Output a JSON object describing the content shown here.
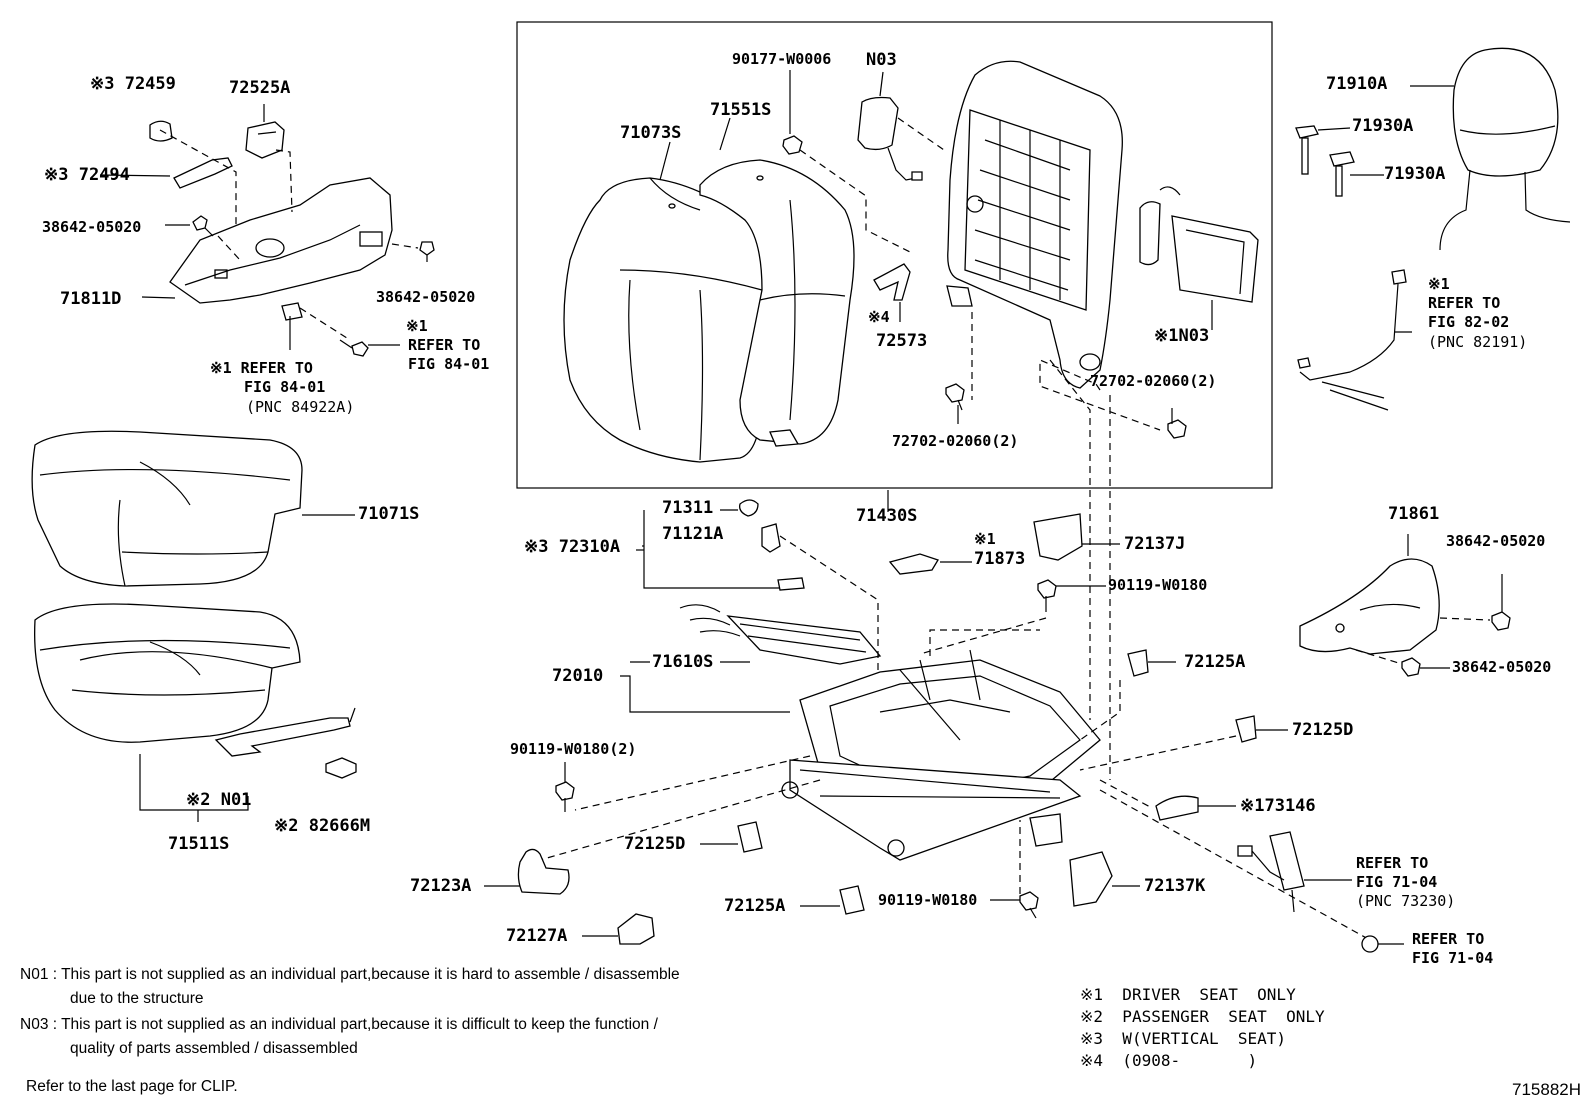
{
  "callouts": {
    "c72459": "※3 72459",
    "c72525A": "72525A",
    "c72494": "※3 72494",
    "c38642_a": "38642-05020",
    "c38642_b": "38642-05020",
    "c71811D": "71811D",
    "ref1_mark": "※1",
    "ref1_l1": "REFER TO",
    "ref1_l2": "FIG 84-01",
    "ref2_l1": "※1 REFER TO",
    "ref2_l2": "FIG 84-01",
    "ref2_l3": "(PNC 84922A)",
    "c90177": "90177-W0006",
    "cN03_top": "N03",
    "c71073S": "71073S",
    "c71551S": "71551S",
    "c72573_mark": "※4",
    "c72573": "72573",
    "cN03_bot": "※1N03",
    "c72702_a": "72702-02060(2)",
    "c72702_b": "72702-02060(2)",
    "c71430S": "71430S",
    "c71910A": "71910A",
    "c71930A_a": "71930A",
    "c71930A_b": "71930A",
    "ref3_mark": "※1",
    "ref3_l1": "REFER TO",
    "ref3_l2": "FIG 82-02",
    "ref3_l3": "(PNC 82191)",
    "c71071S": "71071S",
    "c71311": "71311",
    "c71121A": "71121A",
    "c72310A": "※3 72310A",
    "c71873_mark": "※1",
    "c71873": "71873",
    "c72137J": "72137J",
    "c90119_a": "90119-W0180",
    "c71610S": "71610S",
    "c72010": "72010",
    "c72125A_a": "72125A",
    "c71861": "71861",
    "c38642_c": "38642-05020",
    "c38642_d": "38642-05020",
    "c72125D_a": "72125D",
    "c90119_b": "90119-W0180(2)",
    "c73146": "※173146",
    "cN01": "※2 N01",
    "c82666M": "※2 82666M",
    "c71511S": "71511S",
    "c72125D_b": "72125D",
    "c72123A": "72123A",
    "c72137K": "72137K",
    "c90119_c": "90119-W0180",
    "c72125A_b": "72125A",
    "c72127A": "72127A",
    "ref4_l1": "REFER TO",
    "ref4_l2": "FIG 71-04",
    "ref4_l3": "(PNC 73230)",
    "ref5_l1": "REFER TO",
    "ref5_l2": "FIG 71-04"
  },
  "notes": {
    "n01_a": "N01 :  This part is not supplied as an individual part,because it is hard to assemble / disassemble",
    "n01_b": "due to the structure",
    "n03_a": "N03 :  This part is not supplied as an individual part,because it is difficult to keep the function /",
    "n03_b": "quality of parts assembled / disassembled",
    "clip": "Refer to the last page for CLIP."
  },
  "legend": {
    "l1": "※1  DRIVER  SEAT  ONLY",
    "l2": "※2  PASSENGER  SEAT  ONLY",
    "l3": "※3  W(VERTICAL  SEAT)",
    "l4": "※4  (0908-       )"
  },
  "figure_id": "715882H"
}
